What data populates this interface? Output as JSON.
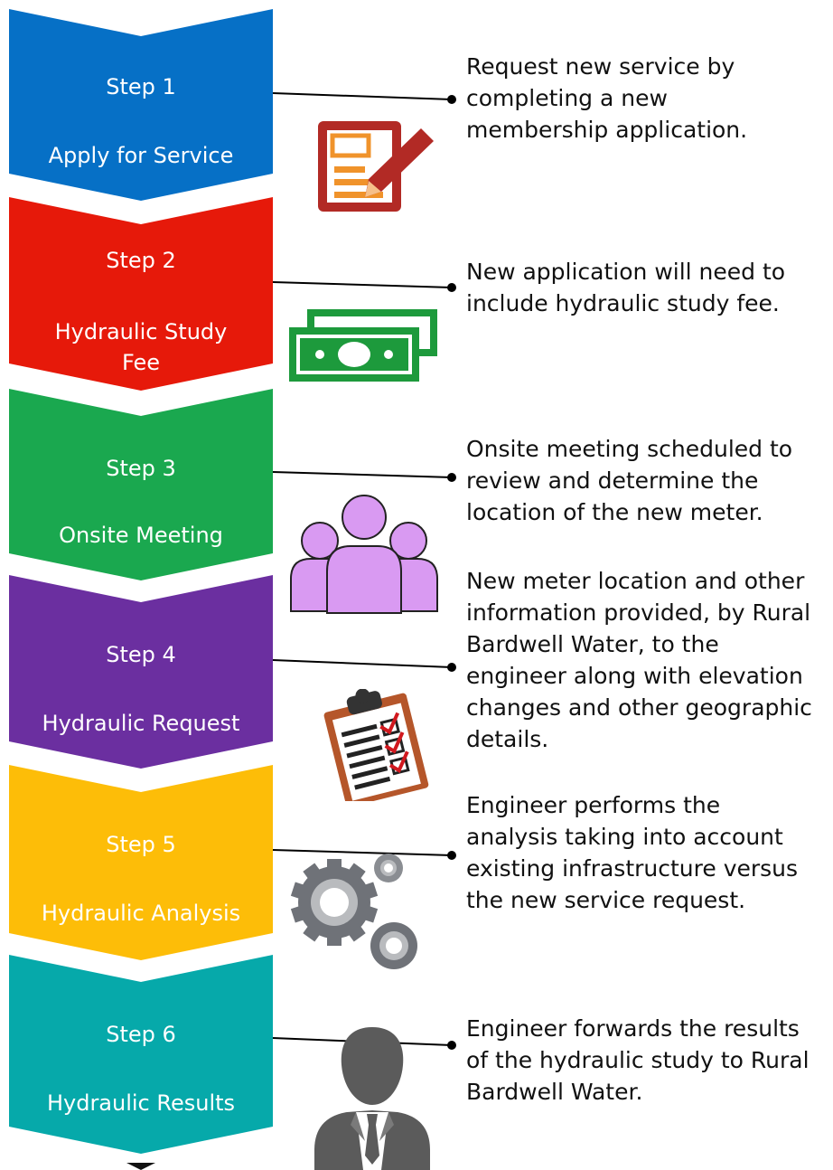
{
  "colors": {
    "step1": "#0670c6",
    "step2": "#e6190a",
    "step3": "#1aa84f",
    "step4": "#6b2fa0",
    "step5": "#fdbd08",
    "step6": "#06a9aa",
    "connector": "#000000"
  },
  "steps": [
    {
      "number": "Step 1",
      "title": "Apply for Service",
      "description": "Request new service by\ncompleting a new\nmembership application.",
      "icon": "application-form-icon"
    },
    {
      "number": "Step 2",
      "title": "Hydraulic Study\nFee",
      "description": " New application will need to\ninclude hydraulic study fee.",
      "icon": "money-icon"
    },
    {
      "number": "Step 3",
      "title": "Onsite Meeting",
      "description": " Onsite meeting scheduled to\nreview and determine the\nlocation of the new meter.",
      "icon": "people-group-icon"
    },
    {
      "number": "Step 4",
      "title": "Hydraulic Request",
      "description": "New meter location and other\ninformation provided, by Rural\nBardwell Water, to the\nengineer along with elevation\nchanges and other geographic\ndetails.",
      "icon": "clipboard-checklist-icon"
    },
    {
      "number": "Step 5",
      "title": "Hydraulic Analysis",
      "description": " Engineer performs the\nanalysis taking into account\nexisting infrastructure versus\nthe new service request.",
      "icon": "gears-icon"
    },
    {
      "number": "Step 6",
      "title": "Hydraulic Results",
      "description": "Engineer forwards the results\nof the hydraulic study to Rural\nBardwell Water.",
      "icon": "engineer-person-icon"
    }
  ]
}
